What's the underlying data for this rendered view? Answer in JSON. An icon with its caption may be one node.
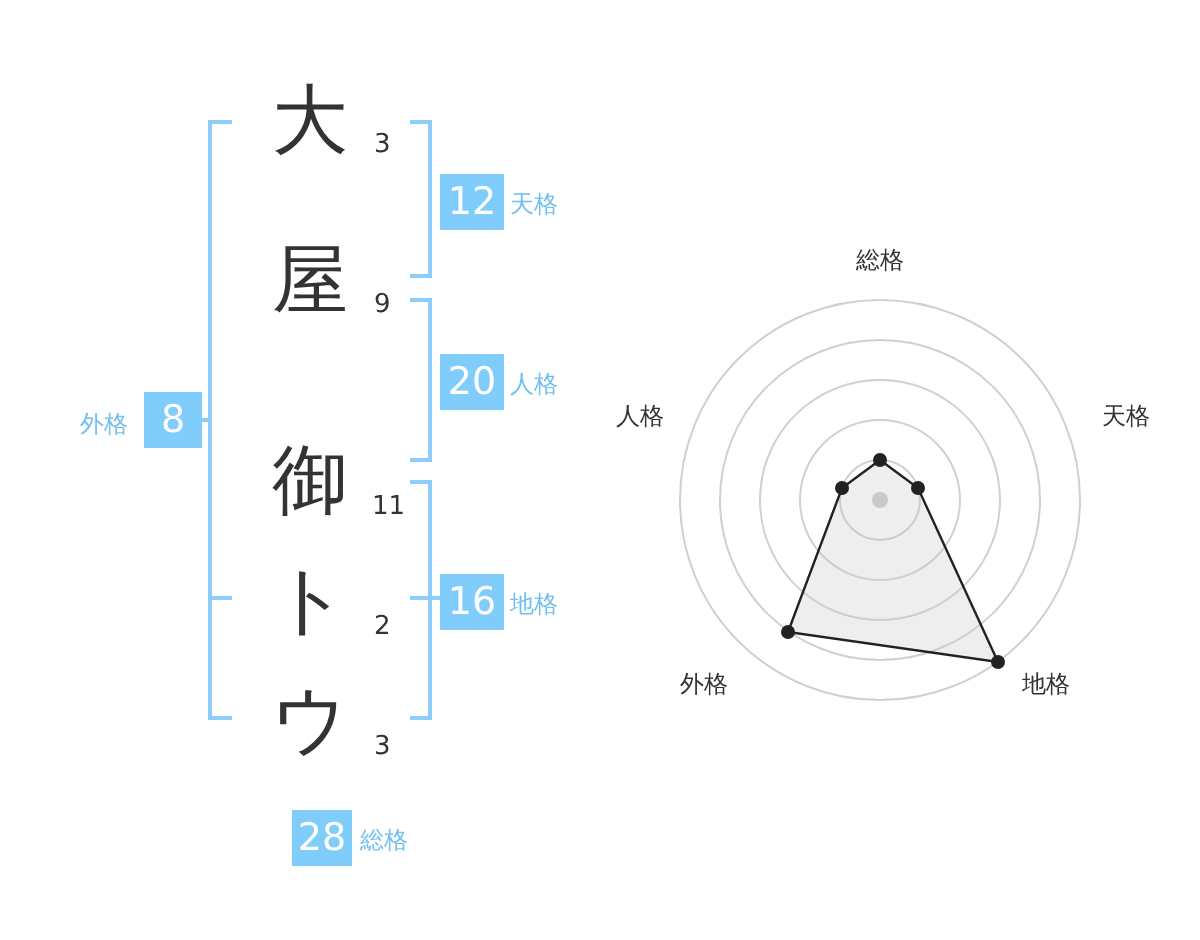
{
  "diagram": {
    "nodes": [
      {
        "text": [
          "12"
        ],
        "beside": [
          "天格"
        ]
      },
      {
        "text": [
          "20"
        ],
        "beside": [
          "人格"
        ]
      },
      {
        "text": [
          "16"
        ],
        "beside": [
          "地格"
        ]
      },
      {
        "text": [
          "8"
        ],
        "beside": [
          "外格"
        ]
      },
      {
        "text": [
          "28"
        ],
        "beside": [
          "総格"
        ]
      }
    ],
    "labels": [
      "大",
      "3",
      "屋",
      "9",
      "御",
      "11",
      "ト",
      "2",
      "ウ",
      "3",
      "総格",
      "人格",
      "天格",
      "外格",
      "地格"
    ]
  }
}
